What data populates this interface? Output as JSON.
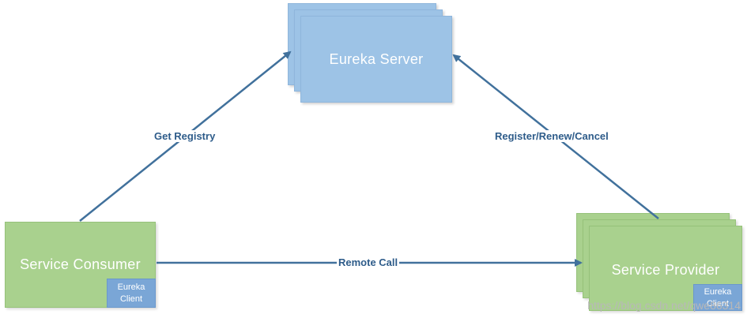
{
  "nodes": {
    "eureka_server": {
      "label": "Eureka Server"
    },
    "service_consumer": {
      "label": "Service Consumer",
      "client_badge": [
        "Eureka",
        "Client"
      ]
    },
    "service_provider": {
      "label": "Service Provider",
      "client_badge": [
        "Eureka",
        "Client"
      ]
    }
  },
  "edges": {
    "get_registry": "Get Registry",
    "register_renew_cancel": "Register/Renew/Cancel",
    "remote_call": "Remote Call"
  },
  "watermark": "https://blog.csdn.net/qwe86314",
  "colors": {
    "server_fill": "#9dc3e6",
    "service_fill": "#a9d18e",
    "badge_fill": "#7aa6d6",
    "arrow": "#41719c",
    "label_text": "#2e5c8a"
  }
}
